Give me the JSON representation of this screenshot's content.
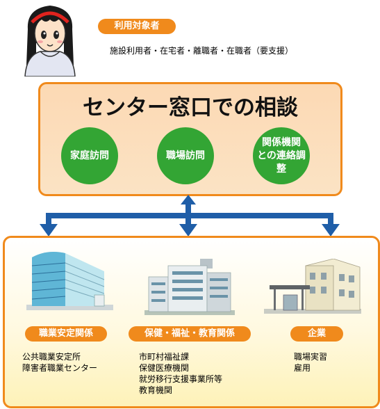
{
  "target": {
    "label": "利用対象者",
    "description": "施設利用者・在宅者・離職者・在職者（要支援）"
  },
  "center": {
    "title": "センター窓口での相談",
    "circles": [
      {
        "lines": [
          "家庭訪問"
        ]
      },
      {
        "lines": [
          "職場訪問"
        ]
      },
      {
        "lines": [
          "関係機関",
          "との連絡調整"
        ]
      }
    ]
  },
  "categories": [
    {
      "label": "職業安定関係",
      "items": [
        "公共職業安定所",
        "障害者職業センター"
      ]
    },
    {
      "label": "保健・福祉・教育関係",
      "items": [
        "市町村福祉課",
        "保健医療機関",
        "就労移行支援事業所等",
        "教育機関"
      ]
    },
    {
      "label": "企業",
      "items": [
        "職場実習",
        "雇用"
      ]
    }
  ],
  "colors": {
    "accent": "#f08a1c",
    "circle": "#33a534",
    "arrow": "#1f5ea8",
    "box_fill": "#fcd9b4"
  },
  "icons": [
    "person-icon",
    "office-building-icon",
    "hospital-building-icon",
    "company-building-icon"
  ]
}
